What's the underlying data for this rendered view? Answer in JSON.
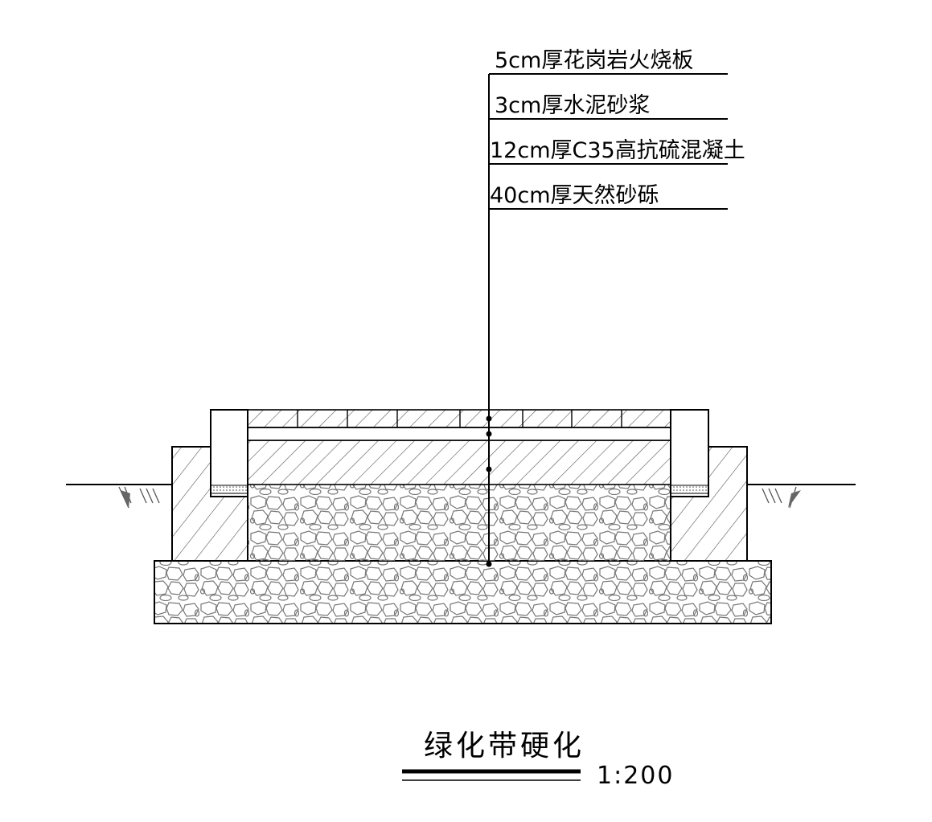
{
  "layers": [
    {
      "label": "5cm厚花岗岩火烧板"
    },
    {
      "label": "3cm厚水泥砂浆"
    },
    {
      "label": "12cm厚C35高抗硫混凝土"
    },
    {
      "label": "40cm厚天然砂砾"
    }
  ],
  "title": "绿化带硬化",
  "scale": "1:200"
}
